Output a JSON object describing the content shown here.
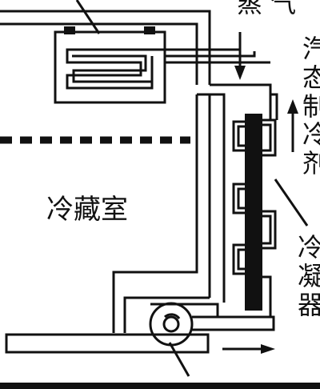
{
  "labels": {
    "fridge_compartment": "冷藏室",
    "top_partial": "蒸 气",
    "right_col_top": [
      "汽",
      "态",
      "制",
      "冷",
      "剂"
    ],
    "condenser": [
      "冷",
      "凝",
      "器"
    ]
  },
  "colors": {
    "line": "#111111",
    "fill_dark": "#111111",
    "background": "#ffffff"
  },
  "arrows": {
    "vapor_down": "down-arrow",
    "vapor_up": "up-arrow",
    "refrigerant_out": "right-arrow"
  }
}
